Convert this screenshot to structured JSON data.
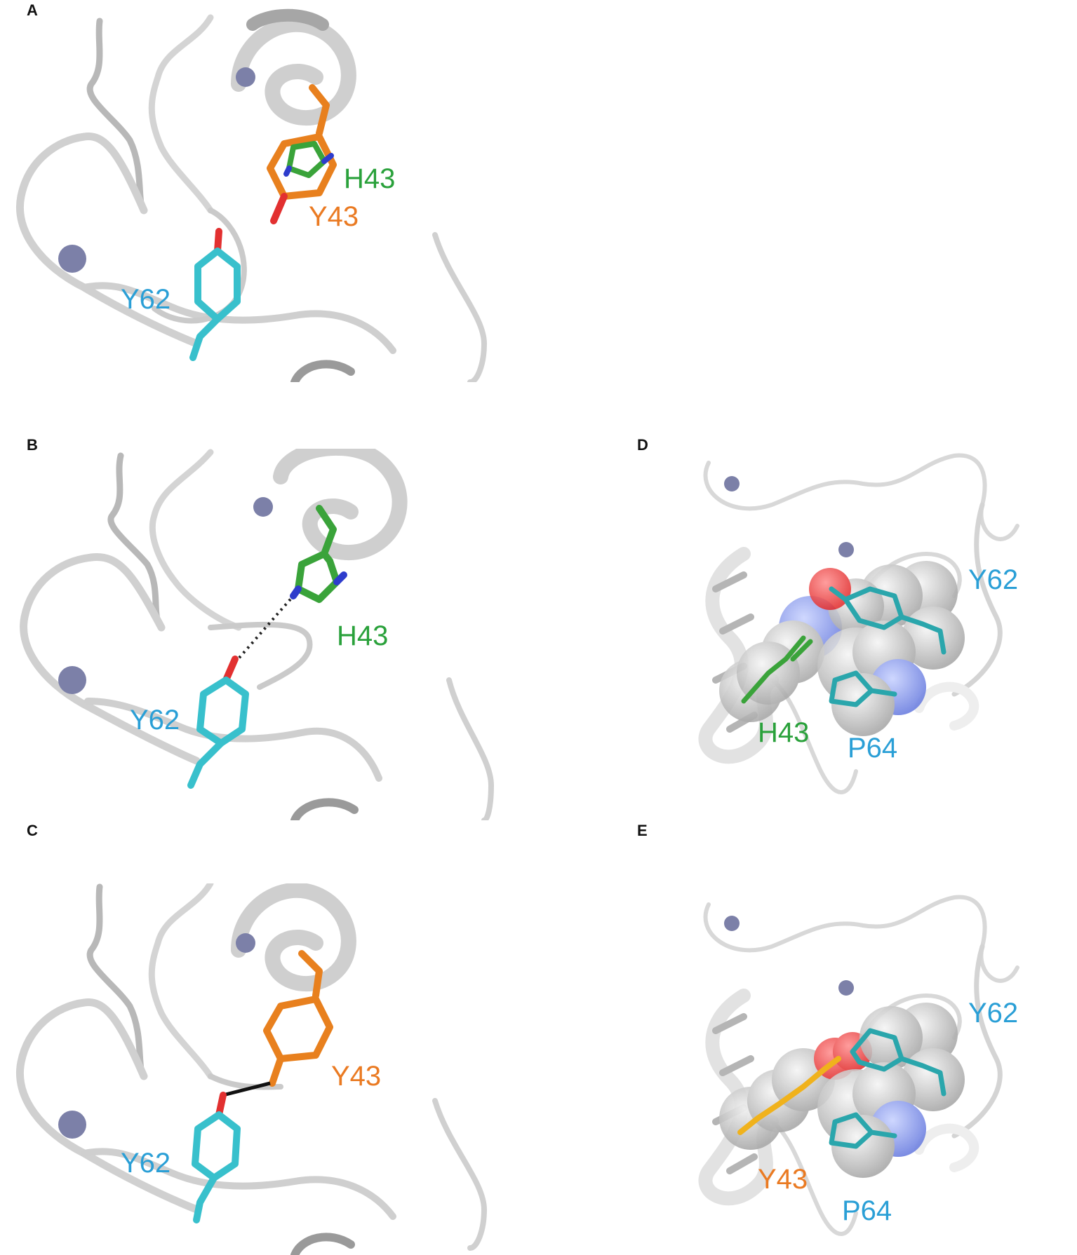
{
  "panels": [
    {
      "letter": "A",
      "labels": {
        "h43": "H43",
        "y43": "Y43",
        "y62": "Y62"
      }
    },
    {
      "letter": "B",
      "labels": {
        "h43": "H43",
        "y62": "Y62"
      }
    },
    {
      "letter": "C",
      "labels": {
        "y43": "Y43",
        "y62": "Y62"
      }
    },
    {
      "letter": "D",
      "labels": {
        "y62": "Y62",
        "h43": "H43",
        "p64": "P64"
      }
    },
    {
      "letter": "E",
      "labels": {
        "y62": "Y62",
        "y43": "Y43",
        "p64": "P64"
      }
    }
  ],
  "colors": {
    "ribbon": "#d2d2d2",
    "ribbon_dark": "#9a9a9a",
    "ion": "#7c80a8",
    "histidine": "#3aa33a",
    "tyrosine43": "#e8801e",
    "tyrosine43_E": "#f0b21c",
    "tyrosine62": "#38c0cc",
    "oxygen": "#e23030",
    "nitrogen": "#2e3ccc",
    "label_green": "#2aa13b",
    "label_orange": "#ea7a22",
    "label_blue": "#2a9fd6"
  }
}
